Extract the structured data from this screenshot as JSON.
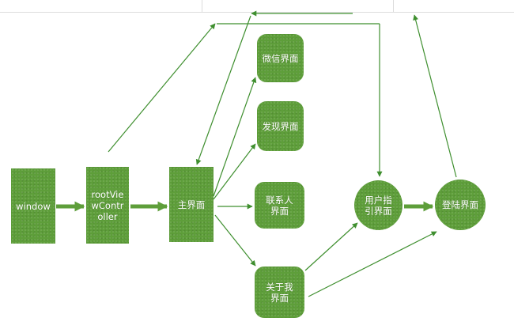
{
  "diagram": {
    "nodes": {
      "window": "window",
      "root_view_controller": "rootViewController",
      "main_screen": "主界面",
      "wechat_screen": "微信界面",
      "discover_screen": "发现界面",
      "contacts_screen": "联系人界面",
      "about_me_screen": "关于我界面",
      "user_guide_screen": "用户指引界面",
      "login_screen": "登陆界面"
    },
    "colors": {
      "node_fill": "#5e9e3a",
      "line": "#3f8f2f",
      "text": "#ffffff"
    }
  }
}
